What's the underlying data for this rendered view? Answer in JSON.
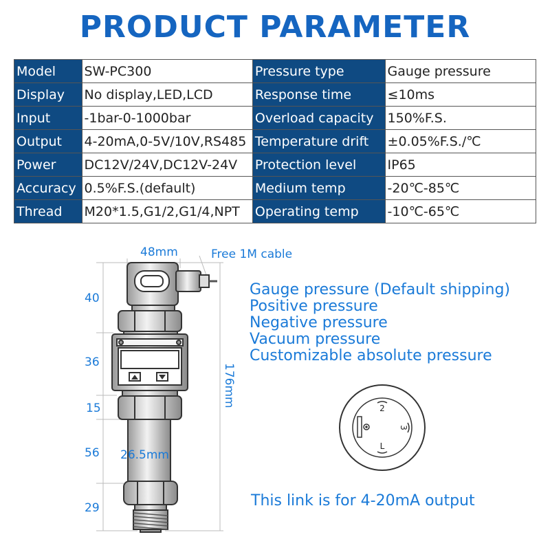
{
  "title": "PRODUCT PARAMETER",
  "specs": [
    {
      "l1": "Model",
      "v1": "SW-PC300",
      "l2": "Pressure type",
      "v2": "Gauge pressure"
    },
    {
      "l1": "Display",
      "v1": "No display,LED,LCD",
      "l2": "Response time",
      "v2": "≤10ms"
    },
    {
      "l1": "Input",
      "v1": "-1bar-0-1000bar",
      "l2": "Overload capacity",
      "v2": "150%F.S."
    },
    {
      "l1": "Output",
      "v1": "4-20mA,0-5V/10V,RS485",
      "l2": "Temperature drift",
      "v2": "±0.05%F.S./℃"
    },
    {
      "l1": "Power",
      "v1": "DC12V/24V,DC12V-24V",
      "l2": "Protection level",
      "v2": "IP65"
    },
    {
      "l1": "Accuracy",
      "v1": "0.5%F.S.(default)",
      "l2": "Medium temp",
      "v2": "-20℃-85℃"
    },
    {
      "l1": "Thread",
      "v1": "M20*1.5,G1/2,G1/4,NPT",
      "l2": "Operating temp",
      "v2": "-10℃-65℃"
    }
  ],
  "pressure_types": [
    "Gauge pressure (Default shipping)",
    "Positive pressure",
    "Negative pressure",
    "Vacuum pressure",
    "Customizable absolute pressure"
  ],
  "drawing": {
    "width_label": "48mm",
    "cable_label": "Free 1M cable",
    "height_label": "176mm",
    "diameter_label": "26.5mm",
    "segments": [
      "40",
      "36",
      "15",
      "56",
      "29"
    ]
  },
  "connector": {
    "pins": [
      "2",
      "3",
      "L"
    ]
  },
  "link_note": "This link is for 4-20mA output",
  "colors": {
    "accent": "#1565C0",
    "label_bg": "#0f4a82",
    "text_blue": "#1a7ad8"
  }
}
